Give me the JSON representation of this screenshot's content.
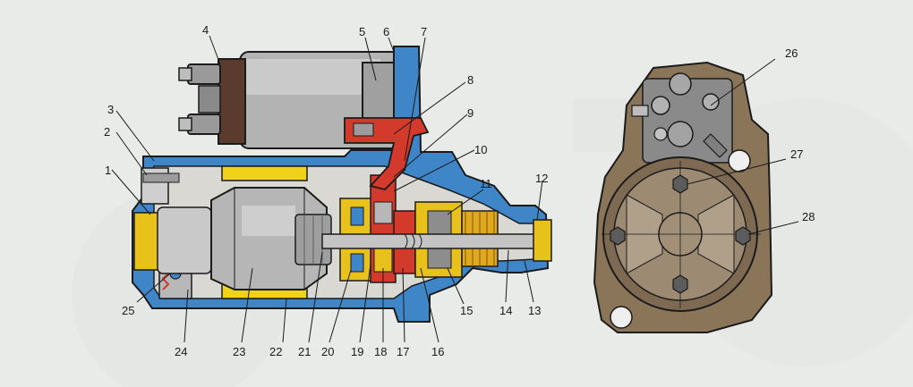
{
  "figure": {
    "callouts": [
      "1",
      "2",
      "3",
      "4",
      "5",
      "6",
      "7",
      "8",
      "9",
      "10",
      "11",
      "12",
      "13",
      "14",
      "15",
      "16",
      "17",
      "18",
      "19",
      "20",
      "21",
      "22",
      "23",
      "24",
      "25",
      "26",
      "27",
      "28"
    ]
  },
  "colors": {
    "background": "#e9ebe8",
    "housing_blue": "#3f86c9",
    "outline": "#1b1b1b",
    "metal_gray": "#a8a8a8",
    "armature_light": "#c9c9c9",
    "brown_plate": "#8b7559",
    "pole_yellow": "#f1d21a",
    "solenoid_red": "#d33a2b",
    "gear_yellow": "#e8c21b"
  },
  "icons": {
    "starter_section": "starter-motor-cross-section-icon",
    "end_view": "starter-end-view-icon"
  }
}
